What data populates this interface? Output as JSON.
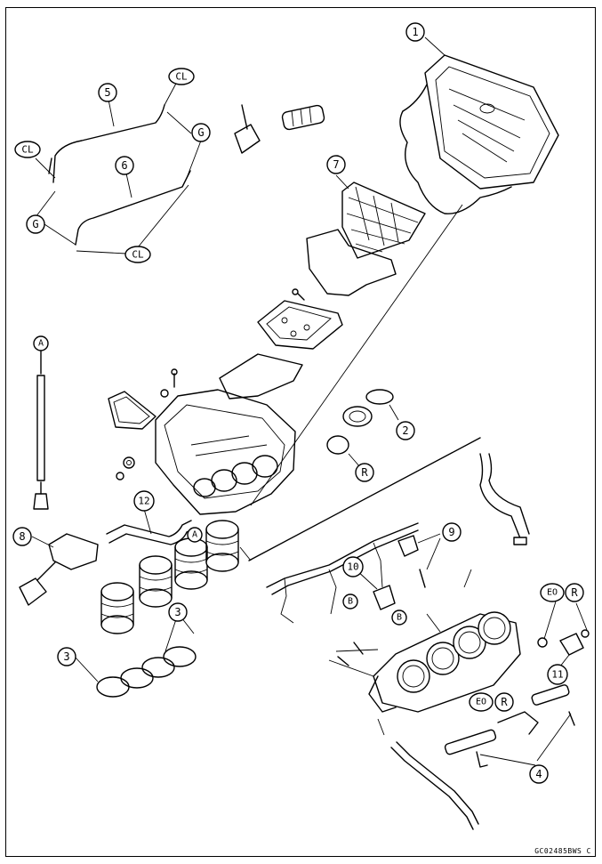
{
  "figure_code": "GC02485BWS C",
  "callouts": [
    {
      "id": "c1",
      "text": "1"
    },
    {
      "id": "c2",
      "text": "2"
    },
    {
      "id": "c3a",
      "text": "3"
    },
    {
      "id": "c3b",
      "text": "3"
    },
    {
      "id": "c4",
      "text": "4"
    },
    {
      "id": "c5",
      "text": "5"
    },
    {
      "id": "c6",
      "text": "6"
    },
    {
      "id": "c7",
      "text": "7"
    },
    {
      "id": "c8",
      "text": "8"
    },
    {
      "id": "c9",
      "text": "9"
    },
    {
      "id": "c10",
      "text": "10"
    },
    {
      "id": "c11",
      "text": "11"
    },
    {
      "id": "c12",
      "text": "12"
    },
    {
      "id": "cR1",
      "text": "R"
    },
    {
      "id": "cR2",
      "text": "R"
    },
    {
      "id": "cR3",
      "text": "R"
    },
    {
      "id": "cEO1",
      "text": "EO"
    },
    {
      "id": "cEO2",
      "text": "EO"
    },
    {
      "id": "cCL1",
      "text": "CL"
    },
    {
      "id": "cCL2",
      "text": "CL"
    },
    {
      "id": "cCL3",
      "text": "CL"
    },
    {
      "id": "cG1",
      "text": "G"
    },
    {
      "id": "cG2",
      "text": "G"
    },
    {
      "id": "cA1",
      "text": "A"
    },
    {
      "id": "cA2",
      "text": "A"
    },
    {
      "id": "cB1",
      "text": "B"
    },
    {
      "id": "cB2",
      "text": "B"
    }
  ]
}
